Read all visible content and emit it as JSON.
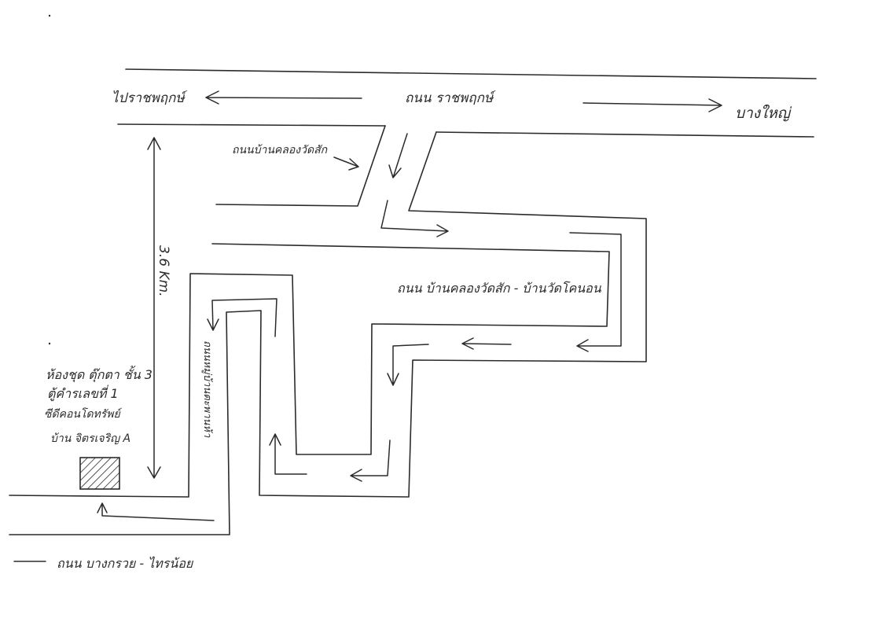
{
  "map": {
    "labels": {
      "to_ratchaphruek": "ไปราชพฤกษ์",
      "ratchaphruek_road": "ถนน ราชพฤกษ์",
      "bang_yai": "บางใหญ่",
      "ban_khlong_wat_sak_road": "ถนนบ้านคลองวัดสัก",
      "distance": "3.6 Km.",
      "ban_khlong_wat_sak_ban_wat_lat_road": "ถนน บ้านคลองวัดสัก - บ้านวัดโคนอน",
      "side_road_vertical": "ถนนหมู่บ้านตะพานห้า",
      "destination_line1": "ห้องชุด ตุ๊กตา ชั้น 3",
      "destination_line2": "ตู้คำรเลขที่ 1",
      "destination_line3": "ซีดีคอนโดทรัพย์",
      "destination_line4": "บ้าน จิตรเจริญ A",
      "bottom_road": "ถนน บางกรวย - ไทรน้อย"
    }
  }
}
